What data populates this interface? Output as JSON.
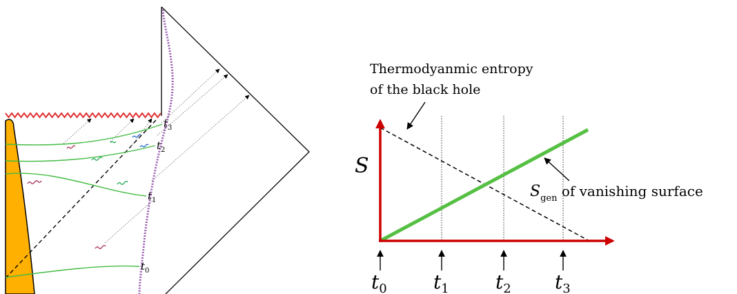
{
  "penrose_diagram": {
    "slice_labels": [
      {
        "main": "t",
        "sub": "3"
      },
      {
        "main": "t",
        "sub": "2"
      },
      {
        "main": "t",
        "sub": "1"
      },
      {
        "main": "t",
        "sub": "0"
      }
    ],
    "colors": {
      "singularity": "#e03030",
      "star": "#ffb000",
      "slice": "#44bb44",
      "surface": "#9a5fb0",
      "radiation_red": "#aa3355",
      "radiation_green": "#22aa55",
      "radiation_blue": "#2266cc"
    }
  },
  "entropy_plot": {
    "axis_symbol": "S",
    "entropy_note": "Thermodyanmic entropy\nof the black hole",
    "sgen_symbol": "S",
    "sgen_sub": "gen",
    "sgen_tail": " of vanishing surface",
    "time_labels": [
      {
        "main": "t",
        "sub": "0"
      },
      {
        "main": "t",
        "sub": "1"
      },
      {
        "main": "t",
        "sub": "2"
      },
      {
        "main": "t",
        "sub": "3"
      }
    ],
    "colors": {
      "axis": "#cc0000",
      "sgen_line": "#55c043",
      "entropy_line": "#000000"
    }
  }
}
